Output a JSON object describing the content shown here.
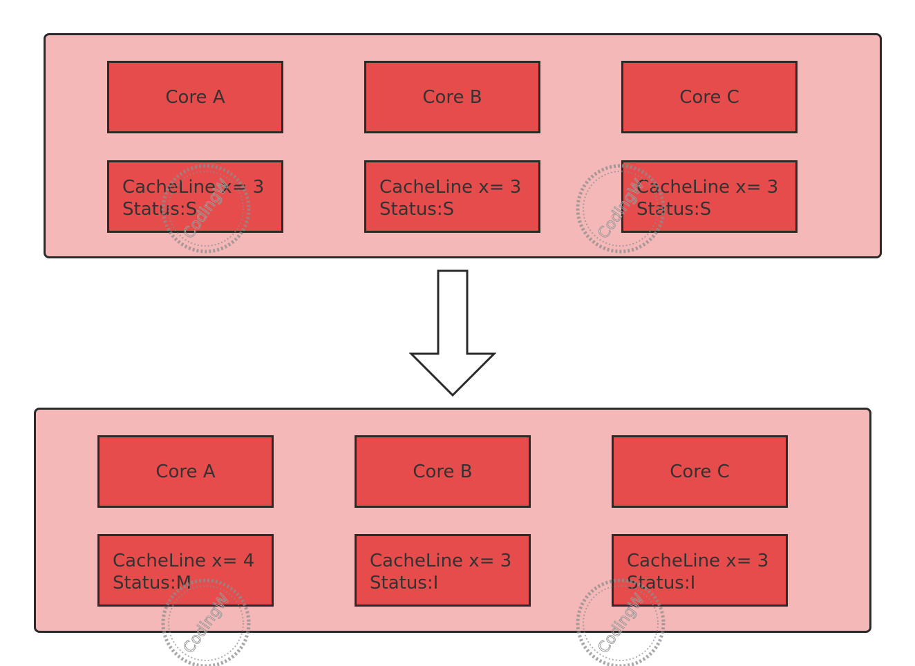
{
  "before": {
    "cores": [
      {
        "core_label": "Core A",
        "cacheline": "CacheLine x= 3",
        "status": "Status:S"
      },
      {
        "core_label": "Core B",
        "cacheline": "CacheLine x= 3",
        "status": "Status:S"
      },
      {
        "core_label": "Core C",
        "cacheline": "CacheLine x= 3",
        "status": "Status:S"
      }
    ]
  },
  "after": {
    "cores": [
      {
        "core_label": "Core A",
        "cacheline": "CacheLine x= 4",
        "status": "Status:M"
      },
      {
        "core_label": "Core B",
        "cacheline": "CacheLine x= 3",
        "status": "Status:I"
      },
      {
        "core_label": "Core C",
        "cacheline": "CacheLine x= 3",
        "status": "Status:I"
      }
    ]
  },
  "watermark": {
    "text": "CodingW"
  },
  "colors": {
    "panel_fill": "#f5b8b8",
    "box_fill": "#e64c4c",
    "border": "#2a2a2a",
    "watermark": "#8c8c8c"
  }
}
